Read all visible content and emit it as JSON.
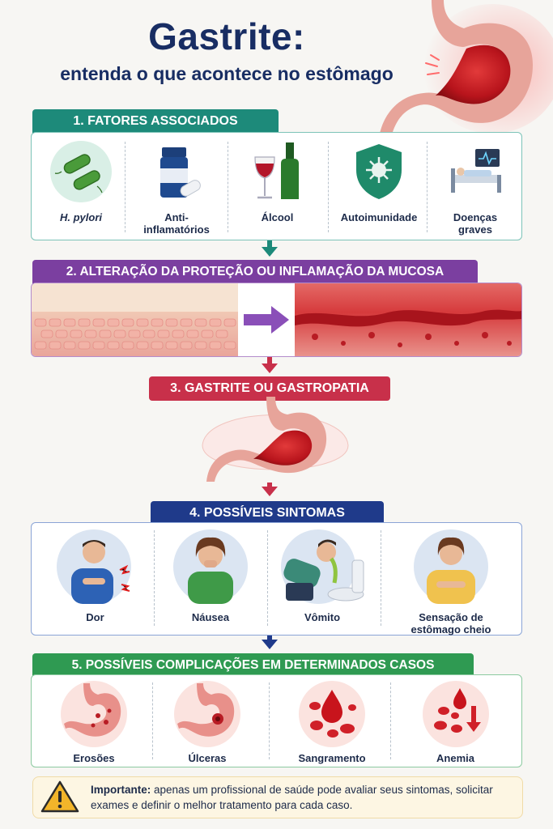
{
  "header": {
    "title": "Gastrite:",
    "subtitle": "entenda o que acontece no estômago"
  },
  "sections": {
    "factors": {
      "title": "1. FATORES ASSOCIADOS",
      "color": "#1d8a7a",
      "items": [
        {
          "label": "H. pylori",
          "icon": "bacteria-icon"
        },
        {
          "label": "Anti-inflamatórios",
          "icon": "pills-icon"
        },
        {
          "label": "Álcool",
          "icon": "wine-bottle-icon"
        },
        {
          "label": "Autoimunidade",
          "icon": "shield-icon"
        },
        {
          "label": "Doenças graves",
          "icon": "hospital-bed-icon"
        }
      ]
    },
    "mucosa": {
      "title": "2. ALTERAÇÃO DA PROTEÇÃO OU INFLAMAÇÃO DA MUCOSA",
      "color": "#7b3fa0"
    },
    "gastritis": {
      "title": "3. GASTRITE OU GASTROPATIA",
      "color": "#c8304a"
    },
    "symptoms": {
      "title": "4. POSSÍVEIS SINTOMAS",
      "color": "#1f3a8a",
      "items": [
        {
          "label": "Dor",
          "icon": "pain-person-icon"
        },
        {
          "label": "Náusea",
          "icon": "nausea-person-icon"
        },
        {
          "label": "Vômito",
          "icon": "vomit-person-icon"
        },
        {
          "label": "Sensação de estômago cheio",
          "icon": "full-stomach-person-icon"
        }
      ]
    },
    "complications": {
      "title": "5. POSSÍVEIS COMPLICAÇÕES EM DETERMINADOS CASOS",
      "color": "#2f9a52",
      "items": [
        {
          "label": "Erosões",
          "icon": "erosion-stomach-icon"
        },
        {
          "label": "Úlceras",
          "icon": "ulcer-stomach-icon"
        },
        {
          "label": "Sangramento",
          "icon": "blood-drops-icon"
        },
        {
          "label": "Anemia",
          "icon": "anemia-icon"
        }
      ]
    }
  },
  "notice": {
    "bold": "Importante:",
    "text": " apenas um profissional de saúde pode avaliar seus sintomas, solicitar exames e definir o melhor tratamento para cada caso.",
    "icon": "warning-icon"
  }
}
